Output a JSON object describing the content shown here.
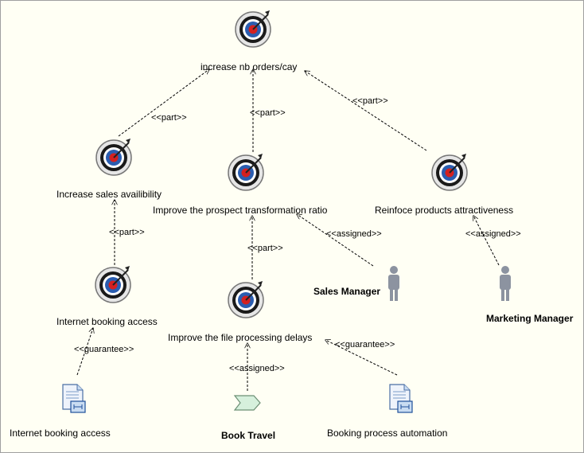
{
  "goals": [
    {
      "id": "g_root",
      "label": "increase nb orders/cay",
      "icon": "target-icon"
    },
    {
      "id": "g_sales",
      "label": "Increase sales availibility",
      "icon": "target-icon"
    },
    {
      "id": "g_prospect",
      "label": "Improve the prospect transformation ratio",
      "icon": "target-icon"
    },
    {
      "id": "g_products",
      "label": "Reinfoce products attractiveness",
      "icon": "target-icon"
    },
    {
      "id": "g_internet",
      "label": "Internet booking access",
      "icon": "target-icon"
    },
    {
      "id": "g_file",
      "label": "Improve the file processing delays",
      "icon": "target-icon"
    }
  ],
  "actors": [
    {
      "id": "a_sales_manager",
      "label": "Sales Manager",
      "icon": "actor-icon"
    },
    {
      "id": "a_marketing_manager",
      "label": "Marketing Manager",
      "icon": "actor-icon"
    }
  ],
  "systems": [
    {
      "id": "s_internet",
      "label": "Internet booking access",
      "icon": "application-icon"
    },
    {
      "id": "s_booking",
      "label": "Booking process automation",
      "icon": "application-icon"
    }
  ],
  "processes": [
    {
      "id": "p_book_travel",
      "label": "Book Travel",
      "icon": "process-chevron-icon"
    }
  ],
  "relations": [
    {
      "from": "g_sales",
      "to": "g_root",
      "label": "<<part>>"
    },
    {
      "from": "g_prospect",
      "to": "g_root",
      "label": "<<part>>"
    },
    {
      "from": "g_products",
      "to": "g_root",
      "label": "<<part>>"
    },
    {
      "from": "g_internet",
      "to": "g_sales",
      "label": "<<part>>"
    },
    {
      "from": "g_file",
      "to": "g_prospect",
      "label": "<<part>>"
    },
    {
      "from": "a_sales_manager",
      "to": "g_prospect",
      "label": "<<assigned>>"
    },
    {
      "from": "a_marketing_manager",
      "to": "g_products",
      "label": "<<assigned>>"
    },
    {
      "from": "s_internet",
      "to": "g_internet",
      "label": "<<guarantee>>"
    },
    {
      "from": "p_book_travel",
      "to": "g_file",
      "label": "<<assigned>>"
    },
    {
      "from": "s_booking",
      "to": "g_file",
      "label": "<<guarantee>>"
    }
  ],
  "colors": {
    "background": "#fffff4",
    "target_outer_ring": "#1a1a1a",
    "target_blue": "#2a5db0",
    "target_red": "#d42020",
    "actor": "#8c93a0",
    "process_fill": "#d6f0dc",
    "application_fill": "#c9dcf2"
  }
}
